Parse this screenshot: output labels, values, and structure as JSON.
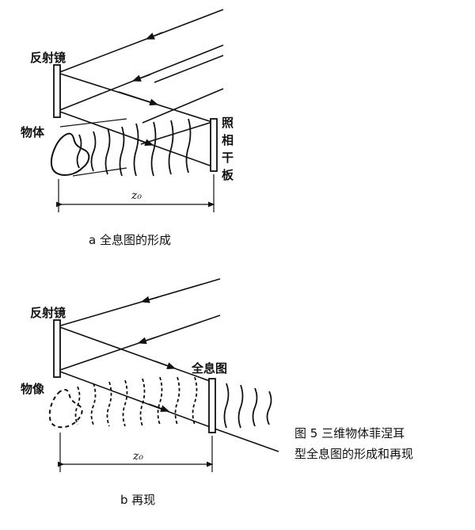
{
  "panel_a": {
    "mirror_label": "反射镜",
    "object_label": "物体",
    "plate_label": [
      "照",
      "相",
      "干",
      "板"
    ],
    "distance_label": "z₀",
    "caption": "a  全息图的形成"
  },
  "panel_b": {
    "mirror_label": "反射镜",
    "image_label": "物像",
    "hologram_label": "全息图",
    "distance_label": "z₀",
    "caption": "b  再现"
  },
  "figure_caption": {
    "line1": "图 5   三维物体菲涅耳",
    "line2": "型全息图的形成和再现"
  }
}
